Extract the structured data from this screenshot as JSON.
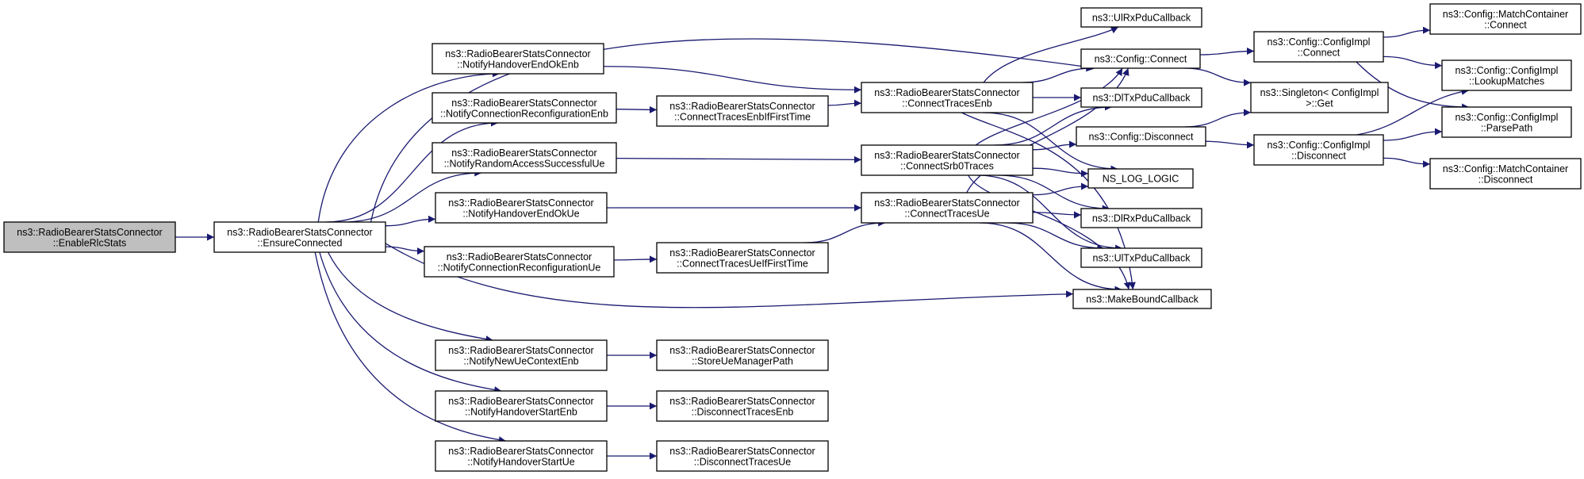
{
  "diagram": {
    "colors": {
      "edge": "#191970",
      "root_fill": "#bfbfbf",
      "node_fill": "#ffffff",
      "border": "#000000"
    },
    "nodes": [
      {
        "id": "enable_rlc_stats",
        "lines": [
          "ns3::RadioBearerStatsConnector",
          "::EnableRlcStats"
        ],
        "root": true
      },
      {
        "id": "ensure_connected",
        "lines": [
          "ns3::RadioBearerStatsConnector",
          "::EnsureConnected"
        ]
      },
      {
        "id": "notify_handover_end_ok_enb",
        "lines": [
          "ns3::RadioBearerStatsConnector",
          "::NotifyHandoverEndOkEnb"
        ]
      },
      {
        "id": "notify_conn_reconf_enb",
        "lines": [
          "ns3::RadioBearerStatsConnector",
          "::NotifyConnectionReconfigurationEnb"
        ]
      },
      {
        "id": "notify_random_access_ue",
        "lines": [
          "ns3::RadioBearerStatsConnector",
          "::NotifyRandomAccessSuccessfulUe"
        ]
      },
      {
        "id": "notify_handover_end_ok_ue",
        "lines": [
          "ns3::RadioBearerStatsConnector",
          "::NotifyHandoverEndOkUe"
        ]
      },
      {
        "id": "notify_conn_reconf_ue",
        "lines": [
          "ns3::RadioBearerStatsConnector",
          "::NotifyConnectionReconfigurationUe"
        ]
      },
      {
        "id": "notify_new_ue_context_enb",
        "lines": [
          "ns3::RadioBearerStatsConnector",
          "::NotifyNewUeContextEnb"
        ]
      },
      {
        "id": "notify_handover_start_enb",
        "lines": [
          "ns3::RadioBearerStatsConnector",
          "::NotifyHandoverStartEnb"
        ]
      },
      {
        "id": "notify_handover_start_ue",
        "lines": [
          "ns3::RadioBearerStatsConnector",
          "::NotifyHandoverStartUe"
        ]
      },
      {
        "id": "connect_traces_enb_if_first",
        "lines": [
          "ns3::RadioBearerStatsConnector",
          "::ConnectTracesEnbIfFirstTime"
        ]
      },
      {
        "id": "connect_traces_ue_if_first",
        "lines": [
          "ns3::RadioBearerStatsConnector",
          "::ConnectTracesUeIfFirstTime"
        ]
      },
      {
        "id": "store_ue_manager_path",
        "lines": [
          "ns3::RadioBearerStatsConnector",
          "::StoreUeManagerPath"
        ]
      },
      {
        "id": "disconnect_traces_enb",
        "lines": [
          "ns3::RadioBearerStatsConnector",
          "::DisconnectTracesEnb"
        ]
      },
      {
        "id": "disconnect_traces_ue",
        "lines": [
          "ns3::RadioBearerStatsConnector",
          "::DisconnectTracesUe"
        ]
      },
      {
        "id": "connect_traces_enb",
        "lines": [
          "ns3::RadioBearerStatsConnector",
          "::ConnectTracesEnb"
        ]
      },
      {
        "id": "connect_srb0_traces",
        "lines": [
          "ns3::RadioBearerStatsConnector",
          "::ConnectSrb0Traces"
        ]
      },
      {
        "id": "connect_traces_ue",
        "lines": [
          "ns3::RadioBearerStatsConnector",
          "::ConnectTracesUe"
        ]
      },
      {
        "id": "ul_rx_pdu_callback",
        "lines": [
          "ns3::UlRxPduCallback"
        ]
      },
      {
        "id": "config_connect",
        "lines": [
          "ns3::Config::Connect"
        ]
      },
      {
        "id": "dl_tx_pdu_callback",
        "lines": [
          "ns3::DlTxPduCallback"
        ]
      },
      {
        "id": "config_disconnect",
        "lines": [
          "ns3::Config::Disconnect"
        ]
      },
      {
        "id": "ns_log_logic",
        "lines": [
          "NS_LOG_LOGIC"
        ]
      },
      {
        "id": "dl_rx_pdu_callback",
        "lines": [
          "ns3::DlRxPduCallback"
        ]
      },
      {
        "id": "ul_tx_pdu_callback",
        "lines": [
          "ns3::UlTxPduCallback"
        ]
      },
      {
        "id": "make_bound_callback",
        "lines": [
          "ns3::MakeBoundCallback"
        ]
      },
      {
        "id": "configimpl_connect",
        "lines": [
          "ns3::Config::ConfigImpl",
          "::Connect"
        ]
      },
      {
        "id": "singleton_get",
        "lines": [
          "ns3::Singleton< ConfigImpl",
          " >::Get"
        ]
      },
      {
        "id": "configimpl_disconnect",
        "lines": [
          "ns3::Config::ConfigImpl",
          "::Disconnect"
        ]
      },
      {
        "id": "matchcontainer_connect",
        "lines": [
          "ns3::Config::MatchContainer",
          "::Connect"
        ]
      },
      {
        "id": "lookup_matches",
        "lines": [
          "ns3::Config::ConfigImpl",
          "::LookupMatches"
        ]
      },
      {
        "id": "parse_path",
        "lines": [
          "ns3::Config::ConfigImpl",
          "::ParsePath"
        ]
      },
      {
        "id": "matchcontainer_disconnect",
        "lines": [
          "ns3::Config::MatchContainer",
          "::Disconnect"
        ]
      }
    ],
    "edges": [
      [
        "enable_rlc_stats",
        "ensure_connected"
      ],
      [
        "ensure_connected",
        "notify_handover_end_ok_enb"
      ],
      [
        "ensure_connected",
        "notify_conn_reconf_enb"
      ],
      [
        "ensure_connected",
        "notify_random_access_ue"
      ],
      [
        "ensure_connected",
        "notify_handover_end_ok_ue"
      ],
      [
        "ensure_connected",
        "notify_conn_reconf_ue"
      ],
      [
        "ensure_connected",
        "notify_new_ue_context_enb"
      ],
      [
        "ensure_connected",
        "notify_handover_start_enb"
      ],
      [
        "ensure_connected",
        "notify_handover_start_ue"
      ],
      [
        "ensure_connected",
        "config_connect"
      ],
      [
        "ensure_connected",
        "make_bound_callback"
      ],
      [
        "notify_handover_end_ok_enb",
        "connect_traces_enb"
      ],
      [
        "notify_conn_reconf_enb",
        "connect_traces_enb_if_first"
      ],
      [
        "connect_traces_enb_if_first",
        "connect_traces_enb"
      ],
      [
        "notify_random_access_ue",
        "connect_srb0_traces"
      ],
      [
        "notify_handover_end_ok_ue",
        "connect_traces_ue"
      ],
      [
        "notify_conn_reconf_ue",
        "connect_traces_ue_if_first"
      ],
      [
        "connect_traces_ue_if_first",
        "connect_traces_ue"
      ],
      [
        "notify_new_ue_context_enb",
        "store_ue_manager_path"
      ],
      [
        "notify_handover_start_enb",
        "disconnect_traces_enb"
      ],
      [
        "notify_handover_start_ue",
        "disconnect_traces_ue"
      ],
      [
        "connect_traces_enb",
        "ul_rx_pdu_callback"
      ],
      [
        "connect_traces_enb",
        "config_connect"
      ],
      [
        "connect_traces_enb",
        "dl_tx_pdu_callback"
      ],
      [
        "connect_traces_enb",
        "ns_log_logic"
      ],
      [
        "connect_traces_enb",
        "make_bound_callback"
      ],
      [
        "connect_srb0_traces",
        "config_connect"
      ],
      [
        "connect_srb0_traces",
        "dl_tx_pdu_callback"
      ],
      [
        "connect_srb0_traces",
        "config_disconnect"
      ],
      [
        "connect_srb0_traces",
        "ns_log_logic"
      ],
      [
        "connect_srb0_traces",
        "dl_rx_pdu_callback"
      ],
      [
        "connect_srb0_traces",
        "ul_tx_pdu_callback"
      ],
      [
        "connect_srb0_traces",
        "make_bound_callback"
      ],
      [
        "connect_traces_ue",
        "config_connect"
      ],
      [
        "connect_traces_ue",
        "ns_log_logic"
      ],
      [
        "connect_traces_ue",
        "dl_rx_pdu_callback"
      ],
      [
        "connect_traces_ue",
        "ul_tx_pdu_callback"
      ],
      [
        "connect_traces_ue",
        "make_bound_callback"
      ],
      [
        "config_connect",
        "configimpl_connect"
      ],
      [
        "config_connect",
        "singleton_get"
      ],
      [
        "config_disconnect",
        "singleton_get"
      ],
      [
        "config_disconnect",
        "configimpl_disconnect"
      ],
      [
        "configimpl_connect",
        "matchcontainer_connect"
      ],
      [
        "configimpl_connect",
        "lookup_matches"
      ],
      [
        "configimpl_connect",
        "parse_path"
      ],
      [
        "configimpl_disconnect",
        "lookup_matches"
      ],
      [
        "configimpl_disconnect",
        "parse_path"
      ],
      [
        "configimpl_disconnect",
        "matchcontainer_disconnect"
      ]
    ]
  }
}
